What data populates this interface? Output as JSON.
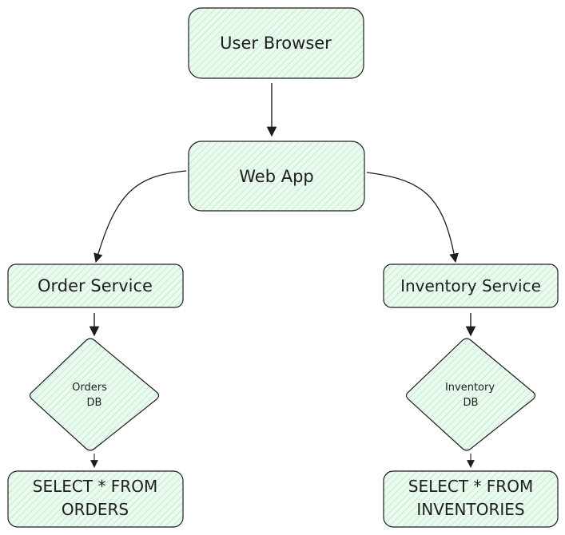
{
  "colors": {
    "node_fill": "#ebfaef",
    "hatch": "#b2e6bf",
    "stroke": "#1e1e1e",
    "text": "#1e1e1e"
  },
  "nodes": {
    "user_browser": {
      "label": "User Browser"
    },
    "web_app": {
      "label": "Web App"
    },
    "order_service": {
      "label": "Order Service"
    },
    "inventory_service": {
      "label": "Inventory Service"
    },
    "orders_db": {
      "line1": "Orders",
      "line2": "DB"
    },
    "inventory_db": {
      "line1": "Inventory",
      "line2": "DB"
    },
    "orders_query": {
      "line1": "SELECT * FROM",
      "line2": "ORDERS"
    },
    "inventories_query": {
      "line1": "SELECT * FROM",
      "line2": "INVENTORIES"
    }
  },
  "edges": [
    {
      "from": "User Browser",
      "to": "Web App"
    },
    {
      "from": "Web App",
      "to": "Order Service"
    },
    {
      "from": "Web App",
      "to": "Inventory Service"
    },
    {
      "from": "Order Service",
      "to": "Orders DB"
    },
    {
      "from": "Inventory Service",
      "to": "Inventory DB"
    },
    {
      "from": "Orders DB",
      "to": "SELECT * FROM ORDERS"
    },
    {
      "from": "Inventory DB",
      "to": "SELECT * FROM INVENTORIES"
    }
  ]
}
